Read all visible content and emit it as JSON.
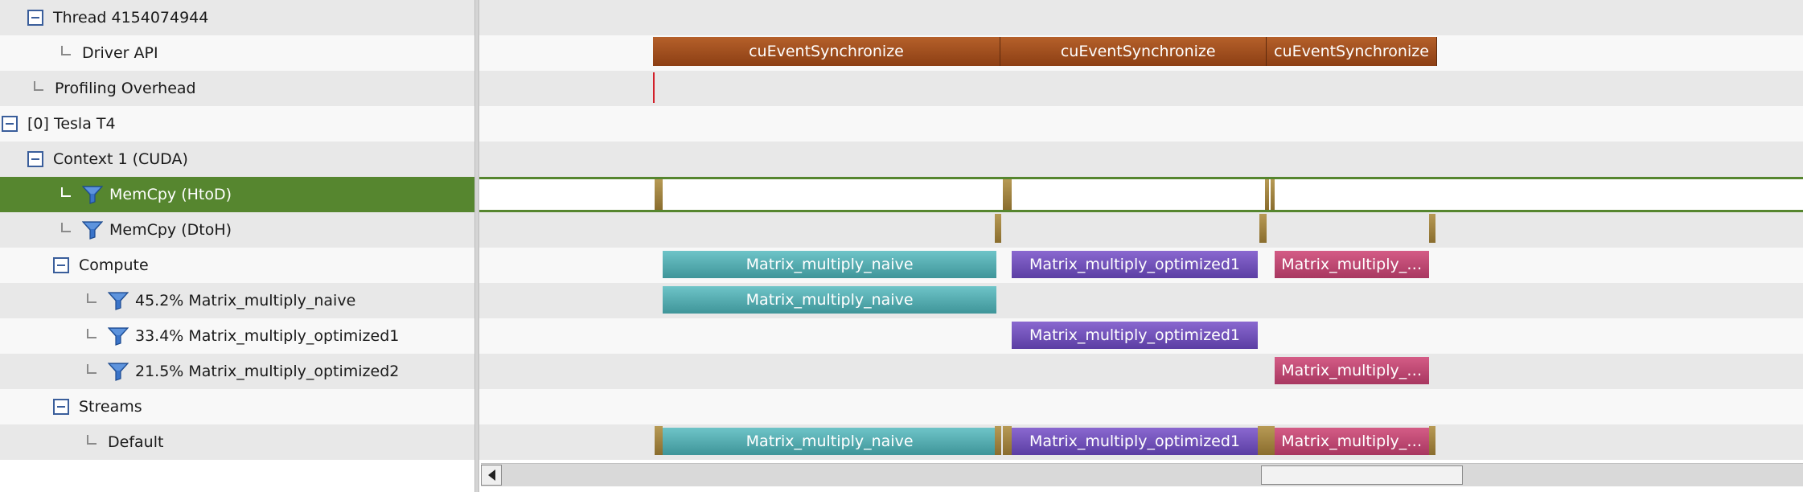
{
  "tree": {
    "rows": [
      {
        "label": "Thread 4154074944",
        "indent": 34,
        "kind": "toggle"
      },
      {
        "label": "Driver API",
        "indent": 76,
        "kind": "leaf"
      },
      {
        "label": "Profiling Overhead",
        "indent": 42,
        "kind": "leaf"
      },
      {
        "label": "[0] Tesla T4",
        "indent": 2,
        "kind": "toggle"
      },
      {
        "label": "Context 1 (CUDA)",
        "indent": 34,
        "kind": "toggle"
      },
      {
        "label": "MemCpy (HtoD)",
        "indent": 76,
        "kind": "leaf-filter",
        "selected": true
      },
      {
        "label": "MemCpy (DtoH)",
        "indent": 76,
        "kind": "leaf-filter"
      },
      {
        "label": "Compute",
        "indent": 66,
        "kind": "toggle"
      },
      {
        "label": "45.2% Matrix_multiply_naive",
        "indent": 108,
        "kind": "leaf-filter"
      },
      {
        "label": "33.4% Matrix_multiply_optimized1",
        "indent": 108,
        "kind": "leaf-filter"
      },
      {
        "label": "21.5% Matrix_multiply_optimized2",
        "indent": 108,
        "kind": "leaf-filter"
      },
      {
        "label": "Streams",
        "indent": 66,
        "kind": "toggle"
      },
      {
        "label": "Default",
        "indent": 108,
        "kind": "leaf"
      }
    ]
  },
  "timeline": {
    "colors": {
      "api": "#a24f1e",
      "naive": "#57adb1",
      "optimized1": "#7354bb",
      "optimized2": "#be4873",
      "memcpy": "#a08342",
      "overhead": "#d2202a",
      "selected_row": "#56862f"
    },
    "rows": [
      [],
      [
        {
          "kind": "api",
          "label": "cuEventSynchronize",
          "start": 0.0,
          "end": 0.6
        },
        {
          "kind": "api",
          "label": "",
          "start": 0.6,
          "end": 0.617
        },
        {
          "kind": "api",
          "label": "cuEventSynchronize",
          "start": 0.617,
          "end": 1.06
        },
        {
          "kind": "api",
          "label": "cuEventSynchronize",
          "start": 1.06,
          "end": 1.354
        }
      ],
      [
        {
          "kind": "overhead",
          "label": "",
          "start": 0.0,
          "end": 0.003
        }
      ],
      [],
      [],
      [
        {
          "kind": "memcpy",
          "label": "",
          "start": 0.003,
          "end": 0.017
        },
        {
          "kind": "memcpy",
          "label": "",
          "start": 0.604,
          "end": 0.62
        },
        {
          "kind": "memcpy",
          "label": "",
          "start": 1.057,
          "end": 1.064
        },
        {
          "kind": "memcpy",
          "label": "",
          "start": 1.067,
          "end": 1.074
        }
      ],
      [
        {
          "kind": "memcpy",
          "label": "",
          "start": 0.59,
          "end": 0.601
        },
        {
          "kind": "memcpy",
          "label": "",
          "start": 1.047,
          "end": 1.06
        },
        {
          "kind": "memcpy",
          "label": "",
          "start": 1.34,
          "end": 1.352
        }
      ],
      [
        {
          "kind": "naive",
          "label": "Matrix_multiply_naive",
          "start": 0.017,
          "end": 0.593
        },
        {
          "kind": "optimized1",
          "label": "Matrix_multiply_optimized1",
          "start": 0.62,
          "end": 1.044
        },
        {
          "kind": "optimized2",
          "label": "Matrix_multiply_optimiz...",
          "start": 1.074,
          "end": 1.34
        }
      ],
      [
        {
          "kind": "naive",
          "label": "Matrix_multiply_naive",
          "start": 0.017,
          "end": 0.593
        }
      ],
      [
        {
          "kind": "optimized1",
          "label": "Matrix_multiply_optimized1",
          "start": 0.62,
          "end": 1.044
        }
      ],
      [
        {
          "kind": "optimized2",
          "label": "Matrix_multiply_optimiz...",
          "start": 1.074,
          "end": 1.34
        }
      ],
      [],
      [
        {
          "kind": "memcpy",
          "label": "",
          "start": 0.003,
          "end": 0.017
        },
        {
          "kind": "naive",
          "label": "Matrix_multiply_naive",
          "start": 0.017,
          "end": 0.593
        },
        {
          "kind": "memcpy",
          "label": "",
          "start": 0.59,
          "end": 0.601
        },
        {
          "kind": "memcpy",
          "label": "",
          "start": 0.604,
          "end": 0.62
        },
        {
          "kind": "optimized1",
          "label": "Matrix_multiply_optimized1",
          "start": 0.62,
          "end": 1.044
        },
        {
          "kind": "memcpy",
          "label": "",
          "start": 1.044,
          "end": 1.064
        },
        {
          "kind": "memcpy",
          "label": "",
          "start": 1.064,
          "end": 1.074
        },
        {
          "kind": "optimized2",
          "label": "Matrix_multiply_optimiz...",
          "start": 1.074,
          "end": 1.34
        },
        {
          "kind": "memcpy",
          "label": "",
          "start": 1.34,
          "end": 1.352
        }
      ]
    ]
  },
  "scrollbar": {
    "thumb_start_fraction": 0.59,
    "thumb_size_fraction": 0.153
  }
}
